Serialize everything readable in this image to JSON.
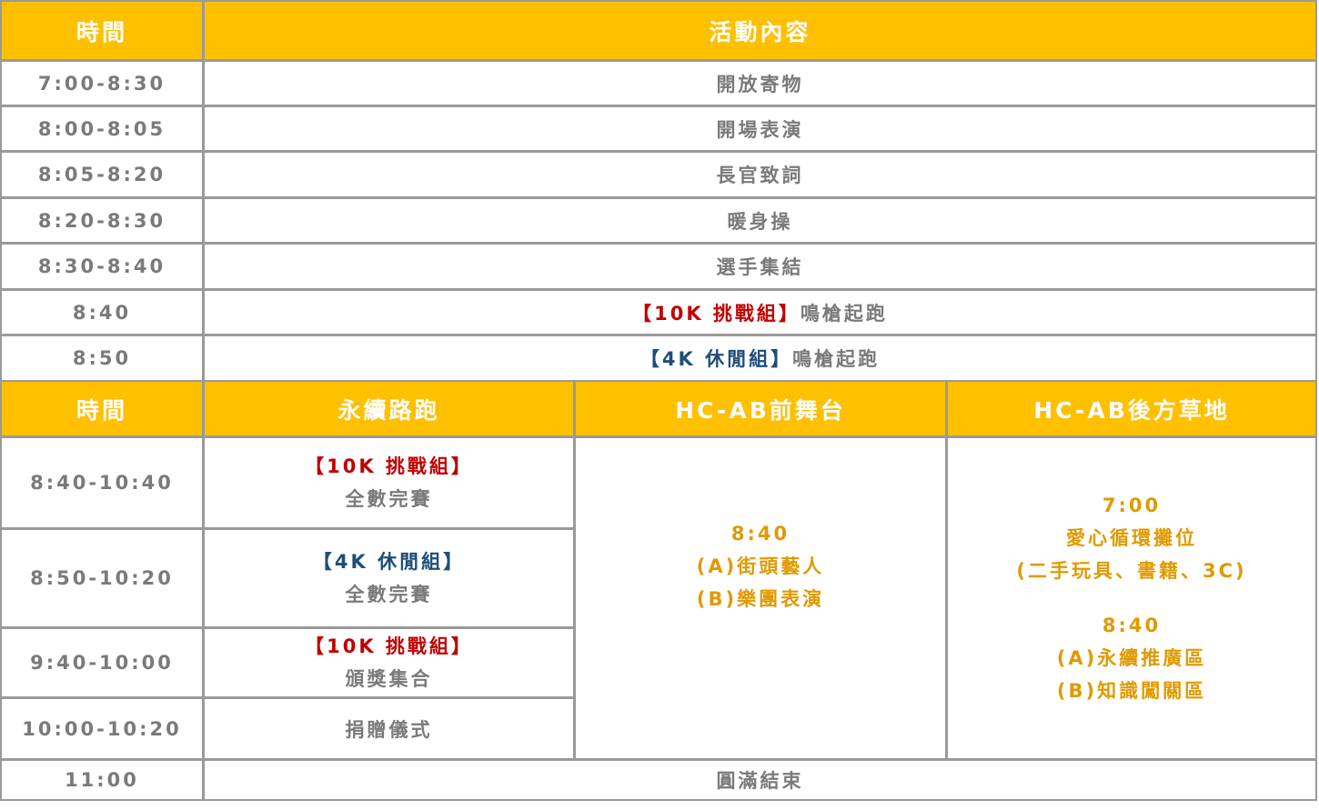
{
  "top": {
    "header": {
      "time": "時間",
      "activity": "活動內容"
    },
    "rows": [
      {
        "time": "7:00-8:30",
        "activity": "開放寄物"
      },
      {
        "time": "8:00-8:05",
        "activity": "開場表演"
      },
      {
        "time": "8:05-8:20",
        "activity": "長官致詞"
      },
      {
        "time": "8:20-8:30",
        "activity": "暖身操"
      },
      {
        "time": "8:30-8:40",
        "activity": "選手集結"
      },
      {
        "time": "8:40",
        "tag": "【10K 挑戰組】",
        "activity": "鳴槍起跑"
      },
      {
        "time": "8:50",
        "tag": "【4K 休閒組】",
        "activity": "鳴槍起跑"
      }
    ]
  },
  "bottom": {
    "header": {
      "time": "時間",
      "route": "永續路跑",
      "stage": "HC-AB前舞台",
      "lawn": "HC-AB後方草地"
    },
    "rows": [
      {
        "time": "8:40-10:40",
        "tag": "【10K 挑戰組】",
        "text": "全數完賽"
      },
      {
        "time": "8:50-10:20",
        "tag": "【4K 休閒組】",
        "text": "全數完賽"
      },
      {
        "time": "9:40-10:00",
        "tag": "【10K 挑戰組】",
        "text": "頒獎集合"
      },
      {
        "time": "10:00-10:20",
        "text": "捐贈儀式"
      }
    ],
    "stage": [
      "8:40",
      "(A)街頭藝人",
      "(B)樂團表演"
    ],
    "lawn": [
      "7:00",
      "愛心循環攤位",
      "(二手玩具、書籍、3C)",
      "8:40",
      "(A)永續推廣區",
      "(B)知識闖關區"
    ],
    "end": {
      "time": "11:00",
      "text": "圓滿結束"
    }
  },
  "colors": {
    "header": "#FFC000",
    "red": "#c00000",
    "blue": "#1f4e79",
    "orange": "#e09a00"
  }
}
